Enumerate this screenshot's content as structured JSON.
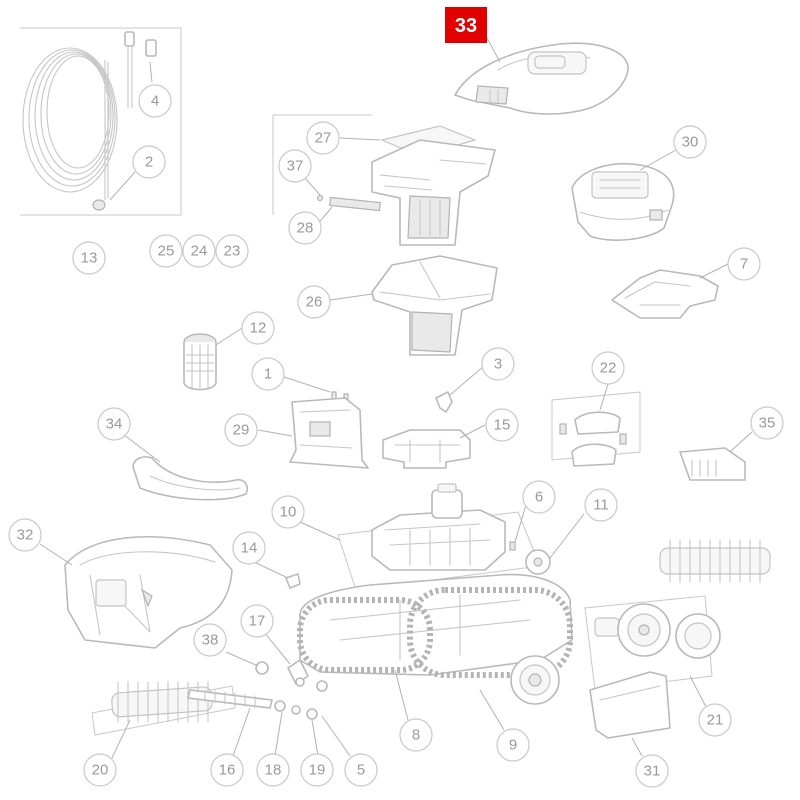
{
  "diagram": {
    "highlighted_label": "33",
    "callouts": [
      "4",
      "2",
      "13",
      "25",
      "24",
      "23",
      "27",
      "37",
      "28",
      "26",
      "30",
      "7",
      "12",
      "1",
      "3",
      "22",
      "29",
      "15",
      "34",
      "35",
      "10",
      "6",
      "11",
      "32",
      "14",
      "17",
      "38",
      "20",
      "16",
      "18",
      "19",
      "5",
      "8",
      "9",
      "21",
      "31"
    ]
  },
  "colors": {
    "highlight": "#e00000",
    "line": "#b9b9b9",
    "callout_text": "#9a9a9a"
  }
}
